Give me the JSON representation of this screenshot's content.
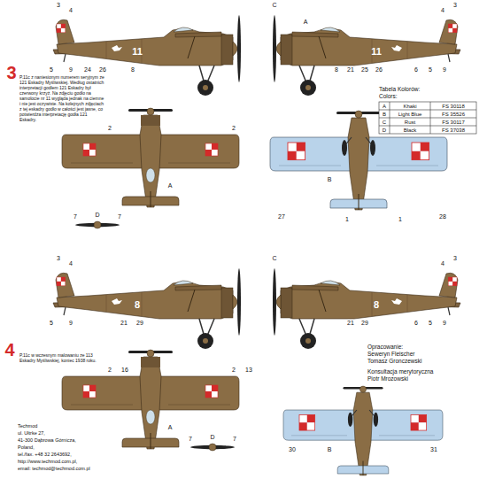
{
  "diagram": {
    "labels": [
      "3",
      "P.11c z naniesionym numerem seryjnym ze 121 Eskadry Myśliwskiej. Według ostatnich interpretacji godłem 121 Eskadry był czerwony krzyż. Na zdjęciu godło na samolocie nr 11 wygląda jednak na ciemne i nie jest oczywiste. Na kolejnych zdjęciach z tej eskadry godło w całości jest jasne, co potwierdza interpretację godła 121 Eskadry.",
      "3",
      "4",
      "5",
      "9",
      "24",
      "26",
      "8",
      "11",
      "C",
      "A",
      "8",
      "21",
      "25",
      "26",
      "6",
      "5",
      "9",
      "4",
      "3",
      "11",
      "2",
      "2",
      "A",
      "7",
      "D",
      "7",
      "Tabela Kolorów:",
      "Colors:",
      "A",
      "Khaki",
      "FS 30118",
      "B",
      "Light Blue",
      "FS 35526",
      "C",
      "Rust",
      "FS 30117",
      "D",
      "Black",
      "FS 37038",
      "B",
      "27",
      "1",
      "1",
      "28",
      "4",
      "P.11c w wczesnym malowaniu ze 113 Eskadry Myśliwskiej, koniec 1938 roku.",
      "3",
      "4",
      "5",
      "9",
      "21",
      "29",
      "8",
      "C",
      "21",
      "29",
      "6",
      "5",
      "9",
      "4",
      "3",
      "8",
      "2",
      "16",
      "2",
      "13",
      "A",
      "7",
      "D",
      "7",
      "Opracowanie:",
      "Seweryn Fleischer",
      "Tomasz Gronczewski",
      "Konsultacja merytoryczna",
      "Piotr Mrozowski",
      "B",
      "30",
      "31",
      "Techmod",
      "ul. Ułtrke 27,",
      "41-300 Dąbrowa Górnicza,",
      "Poland,",
      "tel./fax. +48 32 2643692,",
      "http://www.techmod.com.pl,",
      "email: techmod@techmod.com.pl"
    ]
  }
}
